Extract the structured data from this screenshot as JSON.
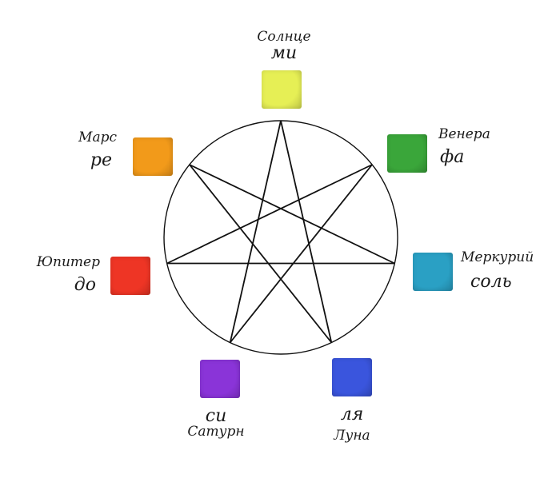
{
  "points": [
    {
      "key": "sun",
      "planet": "Солнце",
      "note": "ми",
      "color": "#e6ef55"
    },
    {
      "key": "venus",
      "planet": "Венера",
      "note": "фа",
      "color": "#3aa63a"
    },
    {
      "key": "mercury",
      "planet": "Меркурий",
      "note": "соль",
      "color": "#2aa0c4"
    },
    {
      "key": "moon",
      "planet": "Луна",
      "note": "ля",
      "color": "#3a55dd"
    },
    {
      "key": "saturn",
      "planet": "Сатурн",
      "note": "си",
      "color": "#8a34d8"
    },
    {
      "key": "jupiter",
      "planet": "Юпитер",
      "note": "до",
      "color": "#ee3525"
    },
    {
      "key": "mars",
      "planet": "Марс",
      "note": "ре",
      "color": "#f29a1a"
    }
  ]
}
